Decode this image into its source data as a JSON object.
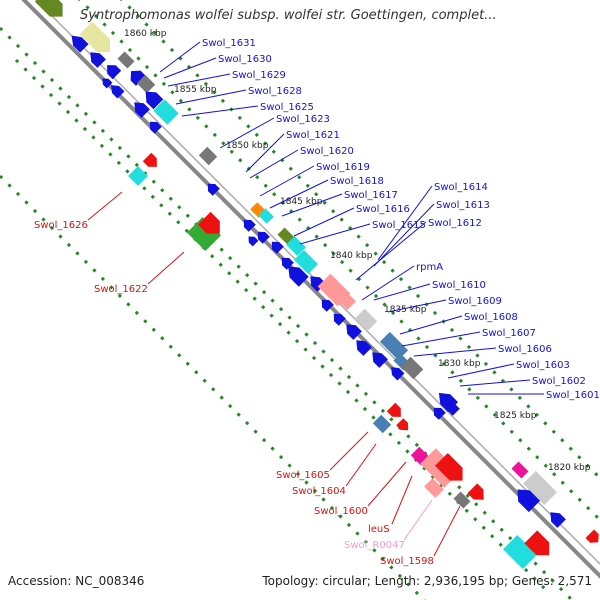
{
  "title": "Syntrophomonas wolfei subsp. wolfei str. Goettingen, complet...",
  "footer": {
    "accession": "Accession: NC_008346",
    "topology": "Topology: circular; Length: 2,936,195 bp; Genes: 2,571"
  },
  "colors": {
    "blue": "#1111dd",
    "red": "#ee1111",
    "steelblue": "#4a7fb5",
    "gray": "#777777",
    "green": "#33aa33",
    "cyan": "#22dddd",
    "pink": "#ff9999",
    "magenta": "#ee1199",
    "olive": "#668822",
    "orange": "#ff8800",
    "lightgray": "#cccccc",
    "khaki": "#e6e6a0",
    "tick": "#228822",
    "backbone": "#888888",
    "label_blue": "#1111dd",
    "label_red": "#dd1111",
    "label_pink": "#ff99cc"
  },
  "scale_labels": [
    "1860 kbp",
    "1855 kbp",
    "1850 kbp",
    "1845 kbp",
    "1840 kbp",
    "1835 kbp",
    "1830 kbp",
    "1825 kbp",
    "1820 kbp"
  ],
  "gene_labels": {
    "blue": [
      "Swol_1631",
      "Swol_1630",
      "Swol_1629",
      "Swol_1628",
      "Swol_1625",
      "Swol_1623",
      "Swol_1621",
      "Swol_1620",
      "Swol_1619",
      "Swol_1618",
      "Swol_1617",
      "Swol_1616",
      "Swol_1615",
      "Swol_1614",
      "Swol_1613",
      "Swol_1612",
      "rpmA",
      "Swol_1610",
      "Swol_1609",
      "Swol_1608",
      "Swol_1607",
      "Swol_1606",
      "Swol_1603",
      "Swol_1602",
      "Swol_1601"
    ],
    "red": [
      "Swol_1626",
      "Swol_1622",
      "Swol_1605",
      "Swol_1604",
      "Swol_1600",
      "leuS",
      "Swol_1598"
    ],
    "pink": [
      "Swol_R0047"
    ]
  }
}
